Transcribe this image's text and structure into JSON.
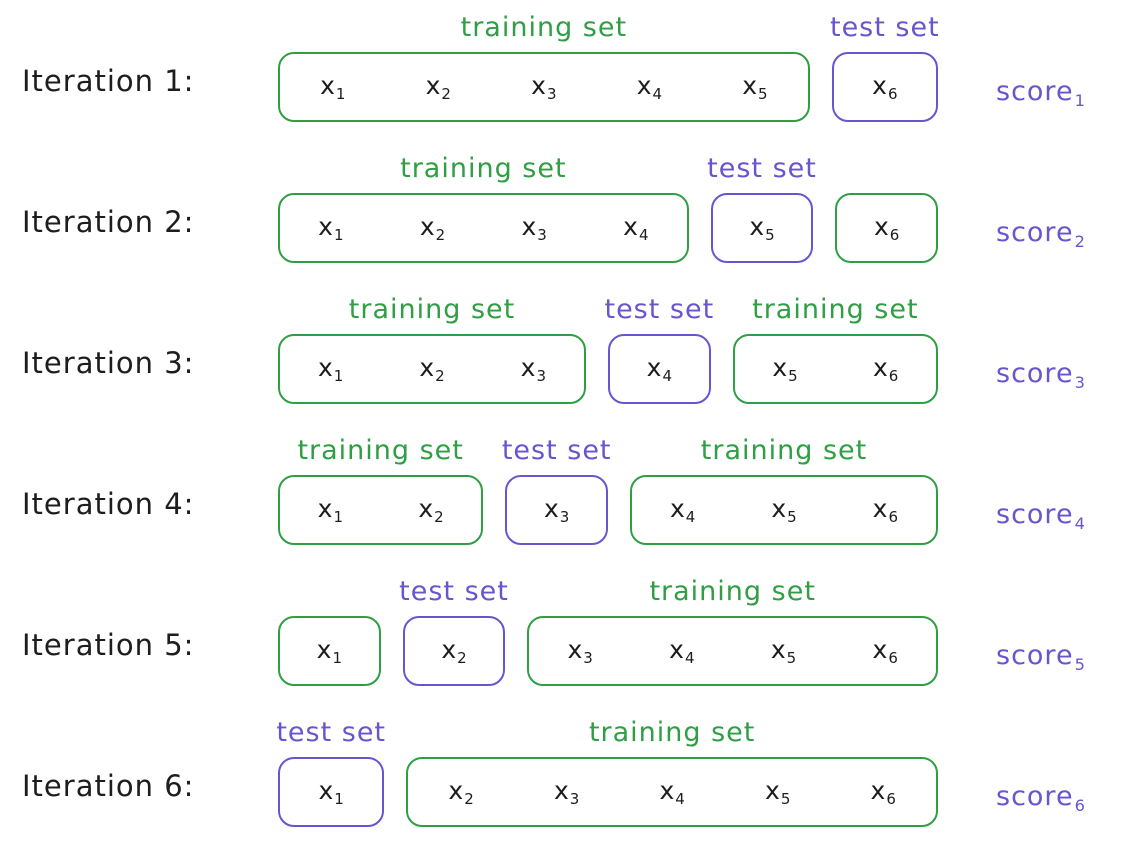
{
  "colors": {
    "training": "#2f9e44",
    "test": "#6a54cf",
    "score": "#6a54cf",
    "ink": "#1d1d1d",
    "background": "#ffffff"
  },
  "iterations": [
    {
      "label": "Iteration 1:",
      "score": {
        "base": "score",
        "sub": "1"
      },
      "groups": [
        {
          "type": "training",
          "label": "training set",
          "items": [
            {
              "base": "x",
              "sub": "1"
            },
            {
              "base": "x",
              "sub": "2"
            },
            {
              "base": "x",
              "sub": "3"
            },
            {
              "base": "x",
              "sub": "4"
            },
            {
              "base": "x",
              "sub": "5"
            }
          ]
        },
        {
          "type": "test",
          "label": "test set",
          "items": [
            {
              "base": "x",
              "sub": "6"
            }
          ]
        }
      ]
    },
    {
      "label": "Iteration 2:",
      "score": {
        "base": "score",
        "sub": "2"
      },
      "groups": [
        {
          "type": "training",
          "label": "training set",
          "items": [
            {
              "base": "x",
              "sub": "1"
            },
            {
              "base": "x",
              "sub": "2"
            },
            {
              "base": "x",
              "sub": "3"
            },
            {
              "base": "x",
              "sub": "4"
            }
          ]
        },
        {
          "type": "test",
          "label": "test set",
          "items": [
            {
              "base": "x",
              "sub": "5"
            }
          ]
        },
        {
          "type": "training",
          "label": "",
          "items": [
            {
              "base": "x",
              "sub": "6"
            }
          ]
        }
      ]
    },
    {
      "label": "Iteration 3:",
      "score": {
        "base": "score",
        "sub": "3"
      },
      "groups": [
        {
          "type": "training",
          "label": "training set",
          "items": [
            {
              "base": "x",
              "sub": "1"
            },
            {
              "base": "x",
              "sub": "2"
            },
            {
              "base": "x",
              "sub": "3"
            }
          ]
        },
        {
          "type": "test",
          "label": "test set",
          "items": [
            {
              "base": "x",
              "sub": "4"
            }
          ]
        },
        {
          "type": "training",
          "label": "training set",
          "items": [
            {
              "base": "x",
              "sub": "5"
            },
            {
              "base": "x",
              "sub": "6"
            }
          ]
        }
      ]
    },
    {
      "label": "Iteration 4:",
      "score": {
        "base": "score",
        "sub": "4"
      },
      "groups": [
        {
          "type": "training",
          "label": "training set",
          "items": [
            {
              "base": "x",
              "sub": "1"
            },
            {
              "base": "x",
              "sub": "2"
            }
          ]
        },
        {
          "type": "test",
          "label": "test set",
          "items": [
            {
              "base": "x",
              "sub": "3"
            }
          ]
        },
        {
          "type": "training",
          "label": "training set",
          "items": [
            {
              "base": "x",
              "sub": "4"
            },
            {
              "base": "x",
              "sub": "5"
            },
            {
              "base": "x",
              "sub": "6"
            }
          ]
        }
      ]
    },
    {
      "label": "Iteration 5:",
      "score": {
        "base": "score",
        "sub": "5"
      },
      "groups": [
        {
          "type": "training",
          "label": "",
          "items": [
            {
              "base": "x",
              "sub": "1"
            }
          ]
        },
        {
          "type": "test",
          "label": "test set",
          "items": [
            {
              "base": "x",
              "sub": "2"
            }
          ]
        },
        {
          "type": "training",
          "label": "training set",
          "items": [
            {
              "base": "x",
              "sub": "3"
            },
            {
              "base": "x",
              "sub": "4"
            },
            {
              "base": "x",
              "sub": "5"
            },
            {
              "base": "x",
              "sub": "6"
            }
          ]
        }
      ]
    },
    {
      "label": "Iteration 6:",
      "score": {
        "base": "score",
        "sub": "6"
      },
      "groups": [
        {
          "type": "test",
          "label": "test set",
          "items": [
            {
              "base": "x",
              "sub": "1"
            }
          ]
        },
        {
          "type": "training",
          "label": "training set",
          "items": [
            {
              "base": "x",
              "sub": "2"
            },
            {
              "base": "x",
              "sub": "3"
            },
            {
              "base": "x",
              "sub": "4"
            },
            {
              "base": "x",
              "sub": "5"
            },
            {
              "base": "x",
              "sub": "6"
            }
          ]
        }
      ]
    }
  ]
}
